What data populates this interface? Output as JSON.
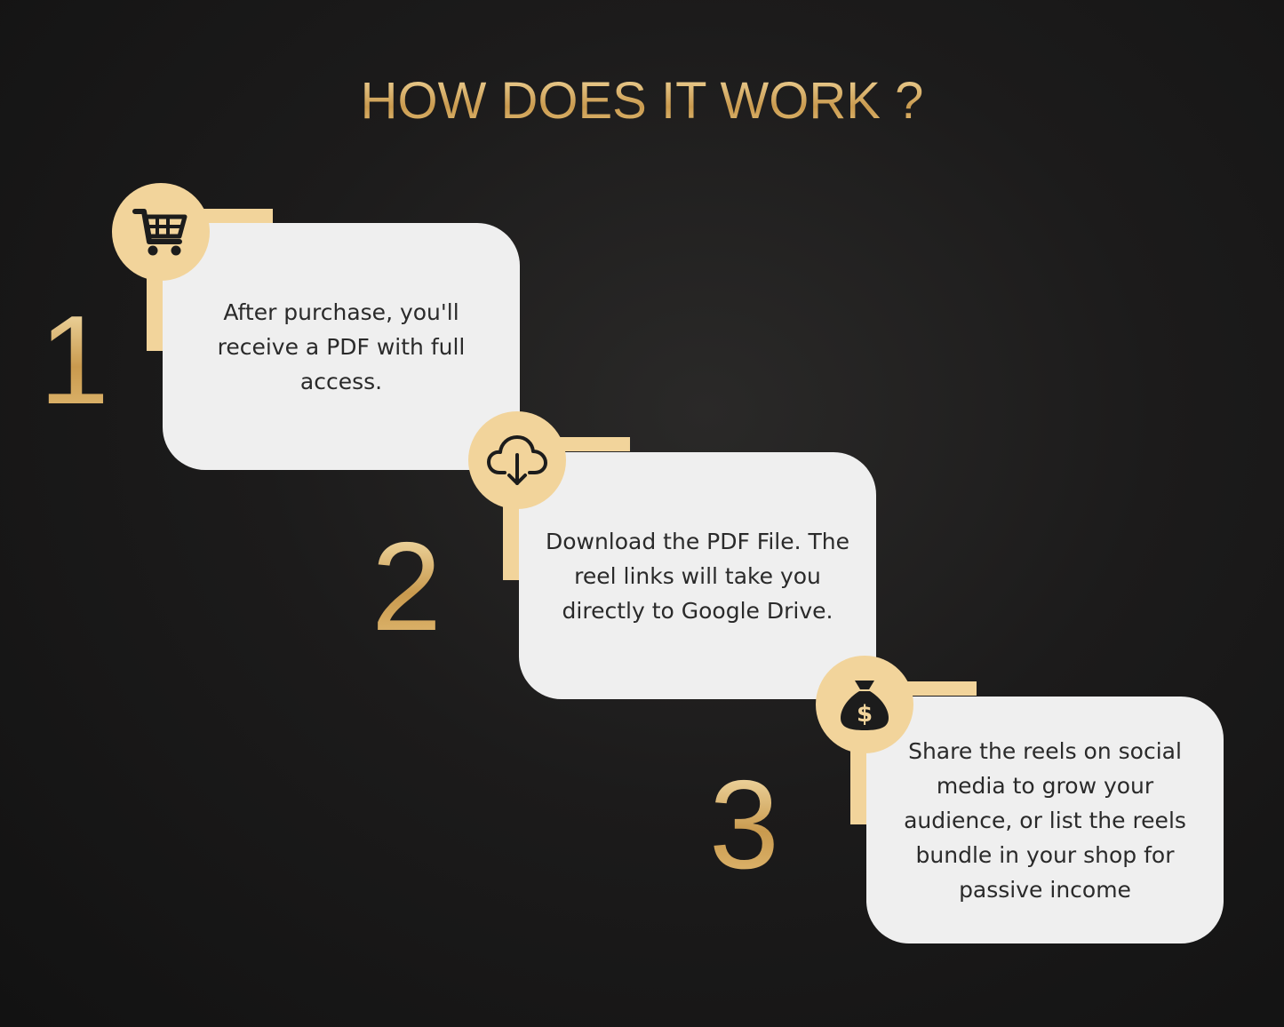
{
  "title": "HOW DOES IT WORK ?",
  "accent_color": "#f2d49b",
  "gold_color": "#d8b56e",
  "card_color": "#efefef",
  "steps": [
    {
      "number": "1",
      "icon": "shopping-cart-icon",
      "text": "After purchase, you'll receive a PDF with full access."
    },
    {
      "number": "2",
      "icon": "cloud-download-icon",
      "text": "Download the PDF File. The reel links will take you directly to Google Drive."
    },
    {
      "number": "3",
      "icon": "money-bag-icon",
      "text": "Share the reels on social media to grow your audience, or list the reels bundle in your shop for passive income"
    }
  ]
}
